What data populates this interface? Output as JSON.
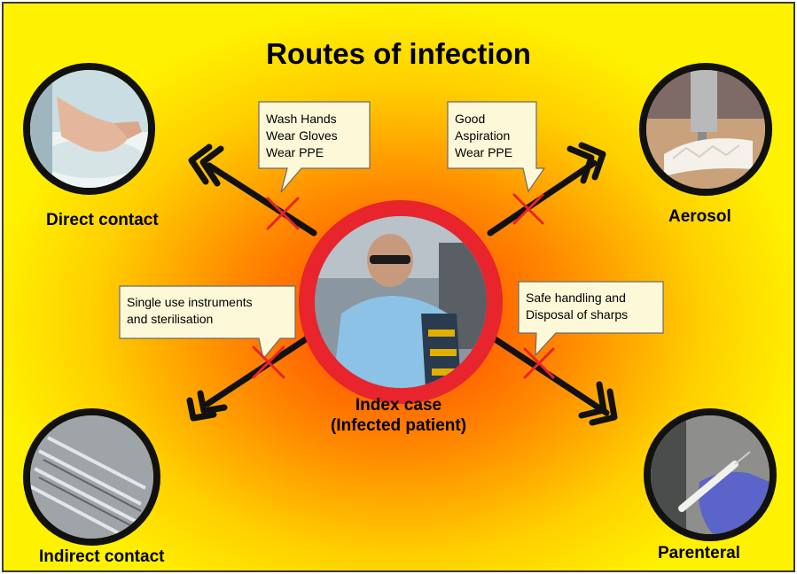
{
  "title": "Routes of infection",
  "center": {
    "label_line1": "Index case",
    "label_line2": "(Infected patient)"
  },
  "routes": {
    "direct": "Direct contact",
    "aerosol": "Aerosol",
    "indirect": "Indirect contact",
    "parenteral": "Parenteral"
  },
  "callouts": {
    "top_left": "Wash Hands\nWear Gloves\nWear PPE",
    "top_right": "Good\nAspiration\nWear PPE",
    "bottom_left": "Single use instruments\nand sterilisation",
    "bottom_right": "Safe handling and\nDisposal of sharps"
  },
  "colors": {
    "ring": "#e8242c",
    "cross": "#e8242c",
    "arrow": "#111111",
    "callout_fill": "#fdf8d8"
  },
  "icons": {
    "direct": "hand-washing-photo",
    "aerosol": "dental-drill-teeth-photo",
    "indirect": "surgical-instruments-photo",
    "parenteral": "syringe-gloved-hand-photo",
    "center": "patient-in-dental-chair-photo"
  }
}
